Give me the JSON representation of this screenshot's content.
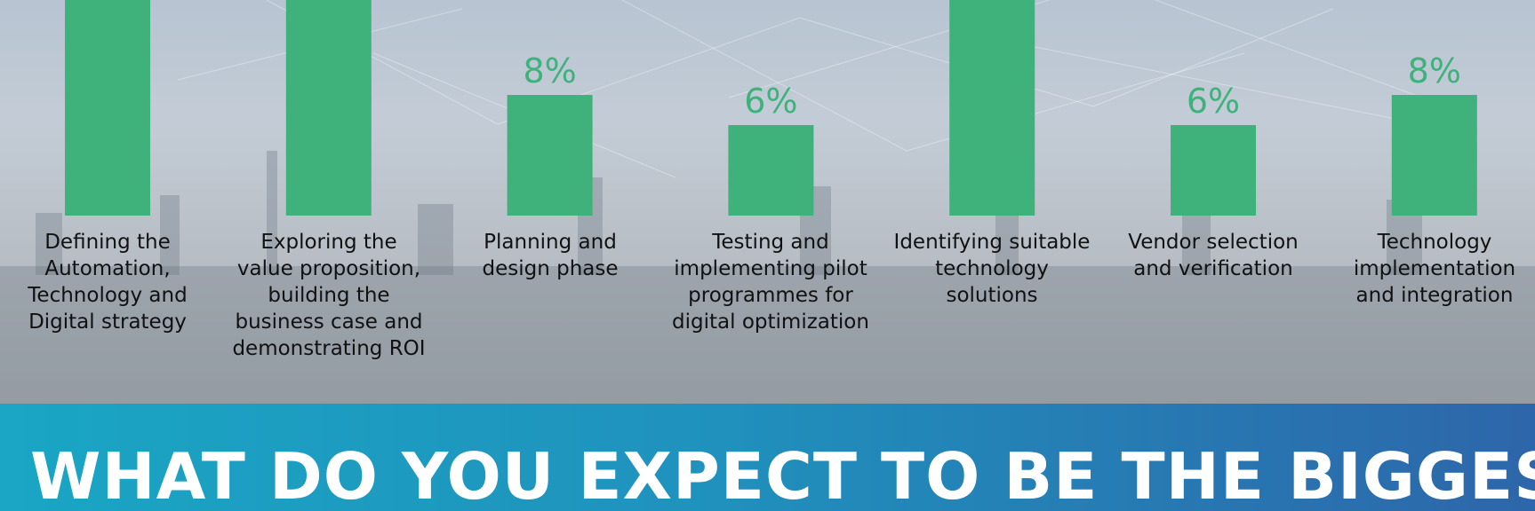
{
  "colors": {
    "bar": "#3fb27c",
    "value_label": "#3fb27c",
    "banner_start": "#1aa6c4",
    "banner_end": "#2d66aa",
    "title_text": "#ffffff"
  },
  "banner": {
    "title": "WHAT DO YOU EXPECT TO BE THE BIGGEST"
  },
  "chart_data": {
    "type": "bar",
    "categories": [
      "Defining the Automation, Technology and Digital strategy",
      "Exploring the value proposition, building the business case and demonstrating ROI",
      "Planning  and design phase",
      "Testing and implementing pilot programmes for digital optimization",
      "Identifying suitable technology solutions",
      "Vendor  selection and verification",
      "Technology implementation and integration"
    ],
    "category_lines": [
      [
        "Defining the",
        "Automation,",
        "Technology and",
        "Digital strategy"
      ],
      [
        "Exploring the",
        "value proposition,",
        "building the",
        "business case and",
        "demonstrating ROI"
      ],
      [
        "Planning  and",
        "design phase"
      ],
      [
        "Testing and",
        "implementing pilot",
        "programmes for",
        "digital optimization"
      ],
      [
        "Identifying suitable",
        "technology",
        "solutions"
      ],
      [
        "Vendor  selection",
        "and verification"
      ],
      [
        "Technology",
        "implementation",
        "and integration"
      ]
    ],
    "values": [
      null,
      null,
      8,
      6,
      null,
      6,
      8
    ],
    "value_labels": [
      "",
      "",
      "8%",
      "6%",
      "",
      "6%",
      "8%"
    ],
    "unit": "%",
    "note": "bars 1, 2 and 5 extend beyond the top of the visible frame; their values are not visible"
  }
}
